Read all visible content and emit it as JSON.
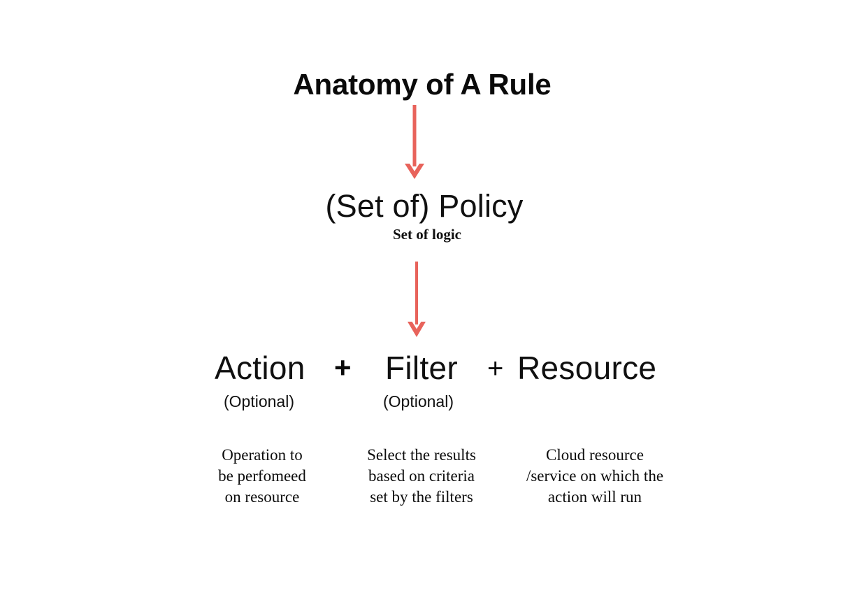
{
  "page": {
    "background": "#ffffff",
    "title": "Anatomy of A Rule"
  },
  "theme": {
    "text_color": "#0d0d0d",
    "arrow_color": "#e8635b"
  },
  "policy": {
    "label": "(Set of) Policy",
    "subtitle": "Set of logic"
  },
  "arrows": [
    {
      "name": "arrow-title-to-policy",
      "direction": "down",
      "color": "#e8635b"
    },
    {
      "name": "arrow-policy-to-components",
      "direction": "down",
      "color": "#e8635b"
    }
  ],
  "operators": {
    "plus_1": "+",
    "plus_2": "+"
  },
  "components": [
    {
      "term": "Action",
      "optional_label": "(Optional)",
      "is_optional": true,
      "description_lines": [
        "Operation to",
        "be perfomeed",
        "on resource"
      ]
    },
    {
      "term": "Filter",
      "optional_label": "(Optional)",
      "is_optional": true,
      "description_lines": [
        "Select the results",
        "based on criteria",
        "set by the filters"
      ]
    },
    {
      "term": "Resource",
      "optional_label": "",
      "is_optional": false,
      "description_lines": [
        "Cloud resource",
        "/service on which the",
        "action will run"
      ]
    }
  ]
}
